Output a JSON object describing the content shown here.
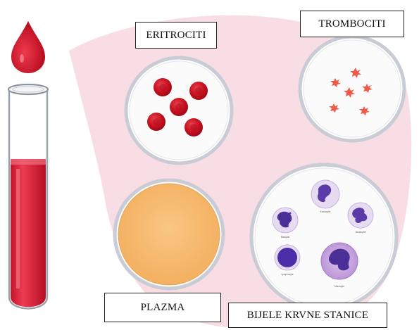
{
  "labels": {
    "erythrocytes": "ERITROCITI",
    "platelets": "TROMBOCITI",
    "plasma": "PLAZMA",
    "white_cells": "BIJELE KRVNE STANICE"
  },
  "white_cell_types": {
    "eosinophil": "Eosinophil",
    "basophil": "Basophil",
    "neutrophil": "Neutrophil",
    "lymphocyte": "Lymphocyte",
    "monocyte": "Monocyte"
  },
  "colors": {
    "blood_red": "#d8203a",
    "background_pink": "#f9dde4",
    "plasma": "#f7b86a",
    "platelet": "#ef5b48",
    "dish_rim": "#c9ccd4",
    "white_cell_purple": "#7d55b0"
  }
}
